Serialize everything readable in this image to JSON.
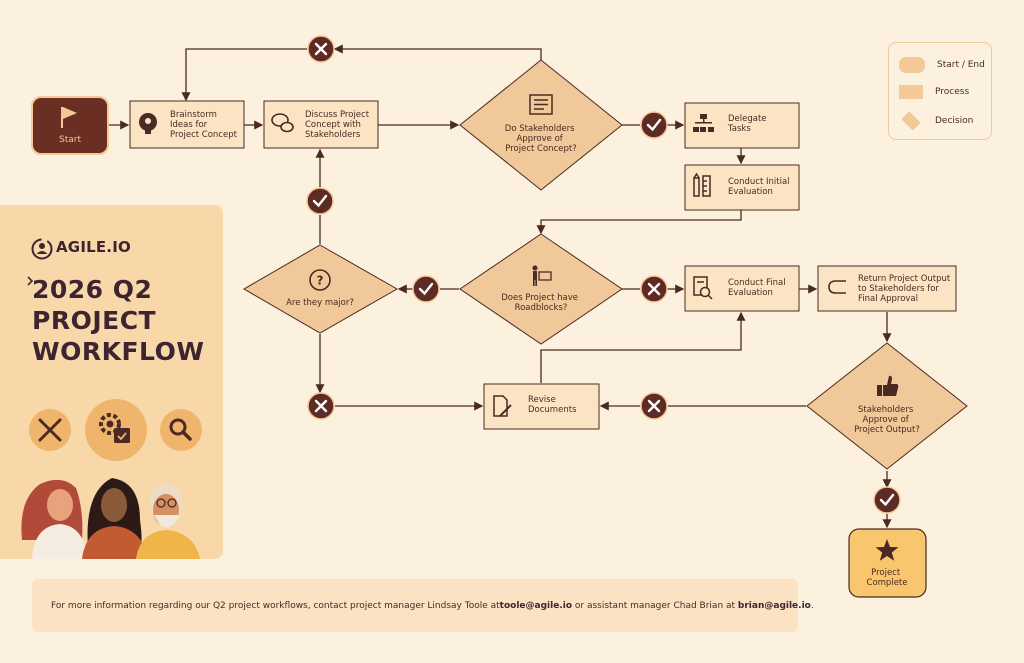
{
  "brand": {
    "name": "AGILE.IO"
  },
  "title": {
    "line1": "2026 Q2",
    "line2": "PROJECT",
    "line3": "WORKFLOW"
  },
  "legend": {
    "start_end": "Start / End",
    "process": "Process",
    "decision": "Decision"
  },
  "nodes": {
    "start": "Start",
    "brainstorm": [
      "Brainstorm",
      "Ideas for",
      "Project Concept"
    ],
    "discuss": [
      "Discuss Project",
      "Concept with",
      "Stakeholders"
    ],
    "approve_concept": [
      "Do Stakeholders",
      "Approve of",
      "Project Concept?"
    ],
    "delegate": [
      "Delegate",
      "Tasks"
    ],
    "initial_eval": [
      "Conduct Initial",
      "Evaluation"
    ],
    "roadblocks": [
      "Does Project have",
      "Roadblocks?"
    ],
    "major": [
      "Are they major?"
    ],
    "final_eval": [
      "Conduct Final",
      "Evaluation"
    ],
    "return_output": [
      "Return Project Output",
      "to Stakeholders for",
      "Final Approval"
    ],
    "revise": [
      "Revise",
      "Documents"
    ],
    "approve_output": [
      "Stakeholders",
      "Approve of",
      "Project Output?"
    ],
    "complete": [
      "Project",
      "Complete"
    ]
  },
  "footer": {
    "prefix": "For more information regarding our Q2 project workflows, contact project manager Lindsay Toole at ",
    "email1": "toole@agile.io",
    "middle": " or assistant manager Chad Brian at ",
    "email2": "brian@agile.io",
    "suffix": "."
  },
  "colors": {
    "background": "#fcf0df",
    "node_fill": "#fbe4c4",
    "decision_fill": "#f0c89a",
    "start_fill": "#6b2e22",
    "complete_fill": "#f9c66d",
    "badge": "#5e2a24",
    "line": "#4a2a22"
  },
  "icons": {
    "start": "flag-icon",
    "brainstorm": "brain-gear-icon",
    "discuss": "speech-bubbles-icon",
    "approve_concept": "document-list-icon",
    "delegate": "org-chart-icon",
    "initial_eval": "ruler-pencil-icon",
    "roadblocks": "presenter-icon",
    "major": "question-icon",
    "final_eval": "document-search-icon",
    "return_output": "return-arrow-icon",
    "revise": "document-edit-icon",
    "approve_output": "thumbs-up-icon",
    "complete": "star-icon"
  }
}
